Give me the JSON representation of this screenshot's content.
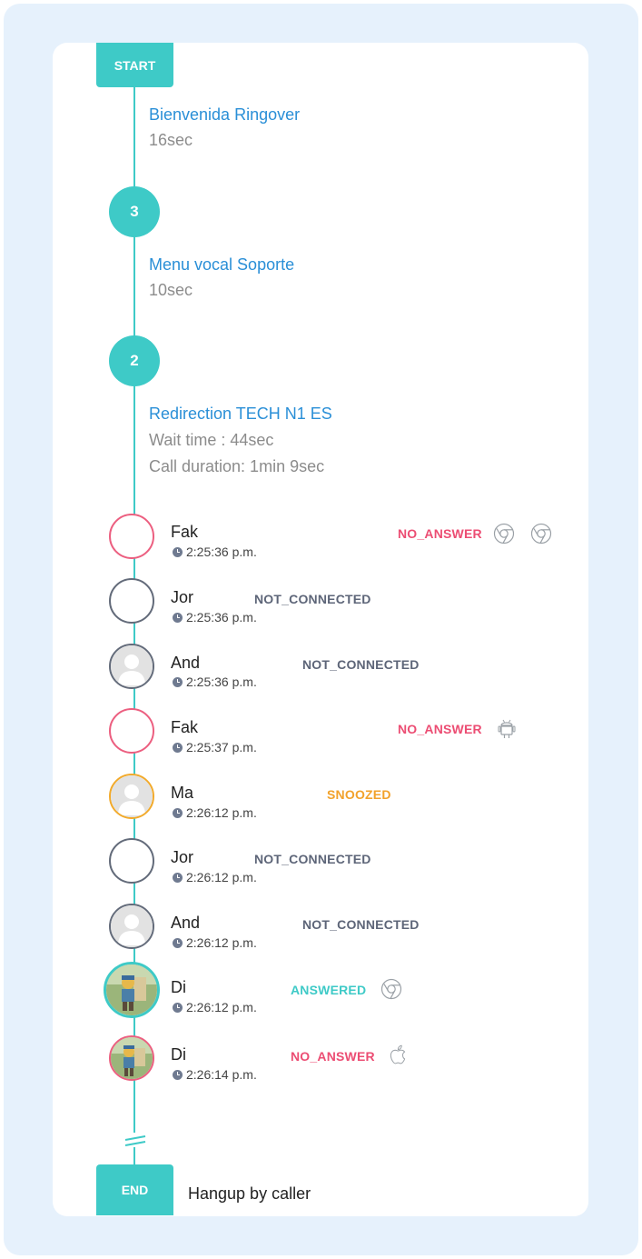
{
  "timeline": {
    "start_label": "START",
    "end_label": "END",
    "end_text": "Hangup by caller",
    "accent_color": "#3ecac7"
  },
  "steps": [
    {
      "title": "Bienvenida Ringover",
      "lines": [
        "16sec"
      ]
    },
    {
      "number": "3",
      "title": "Menu vocal Soporte",
      "lines": [
        "10sec"
      ]
    },
    {
      "number": "2",
      "title": "Redirection TECH N1 ES",
      "lines": [
        "Wait time : 44sec",
        "Call duration: 1min 9sec"
      ]
    }
  ],
  "calls": [
    {
      "name": "Fak",
      "time": "2:25:36 p.m.",
      "status": "NO_ANSWER",
      "status_color": "#ec4d73",
      "ring": "red",
      "avatar": "empty",
      "devices": [
        "chrome-icon",
        "chrome-icon"
      ]
    },
    {
      "name": "Jor",
      "time": "2:25:36 p.m.",
      "status": "NOT_CONNECTED",
      "status_color": "#5d6578",
      "ring": "gray",
      "avatar": "empty",
      "devices": []
    },
    {
      "name": "And",
      "time": "2:25:36 p.m.",
      "status": "NOT_CONNECTED",
      "status_color": "#5d6578",
      "ring": "gray",
      "avatar": "placeholder",
      "devices": []
    },
    {
      "name": "Fak",
      "time": "2:25:37 p.m.",
      "status": "NO_ANSWER",
      "status_color": "#ec4d73",
      "ring": "red",
      "avatar": "empty",
      "devices": [
        "android-icon"
      ]
    },
    {
      "name": "Ma",
      "time": "2:26:12 p.m.",
      "status": "SNOOZED",
      "status_color": "#f2a22b",
      "ring": "orange",
      "avatar": "placeholder",
      "devices": []
    },
    {
      "name": "Jor",
      "time": "2:26:12 p.m.",
      "status": "NOT_CONNECTED",
      "status_color": "#5d6578",
      "ring": "gray",
      "avatar": "empty",
      "devices": []
    },
    {
      "name": "And",
      "time": "2:26:12 p.m.",
      "status": "NOT_CONNECTED",
      "status_color": "#5d6578",
      "ring": "gray",
      "avatar": "placeholder",
      "devices": []
    },
    {
      "name": "Di",
      "time": "2:26:12 p.m.",
      "status": "ANSWERED",
      "status_color": "#3ecac7",
      "ring": "green",
      "avatar": "photo",
      "devices": [
        "chrome-icon"
      ]
    },
    {
      "name": "Di",
      "time": "2:26:14 p.m.",
      "status": "NO_ANSWER",
      "status_color": "#ec4d73",
      "ring": "red",
      "avatar": "photo",
      "devices": [
        "apple-icon"
      ]
    }
  ]
}
